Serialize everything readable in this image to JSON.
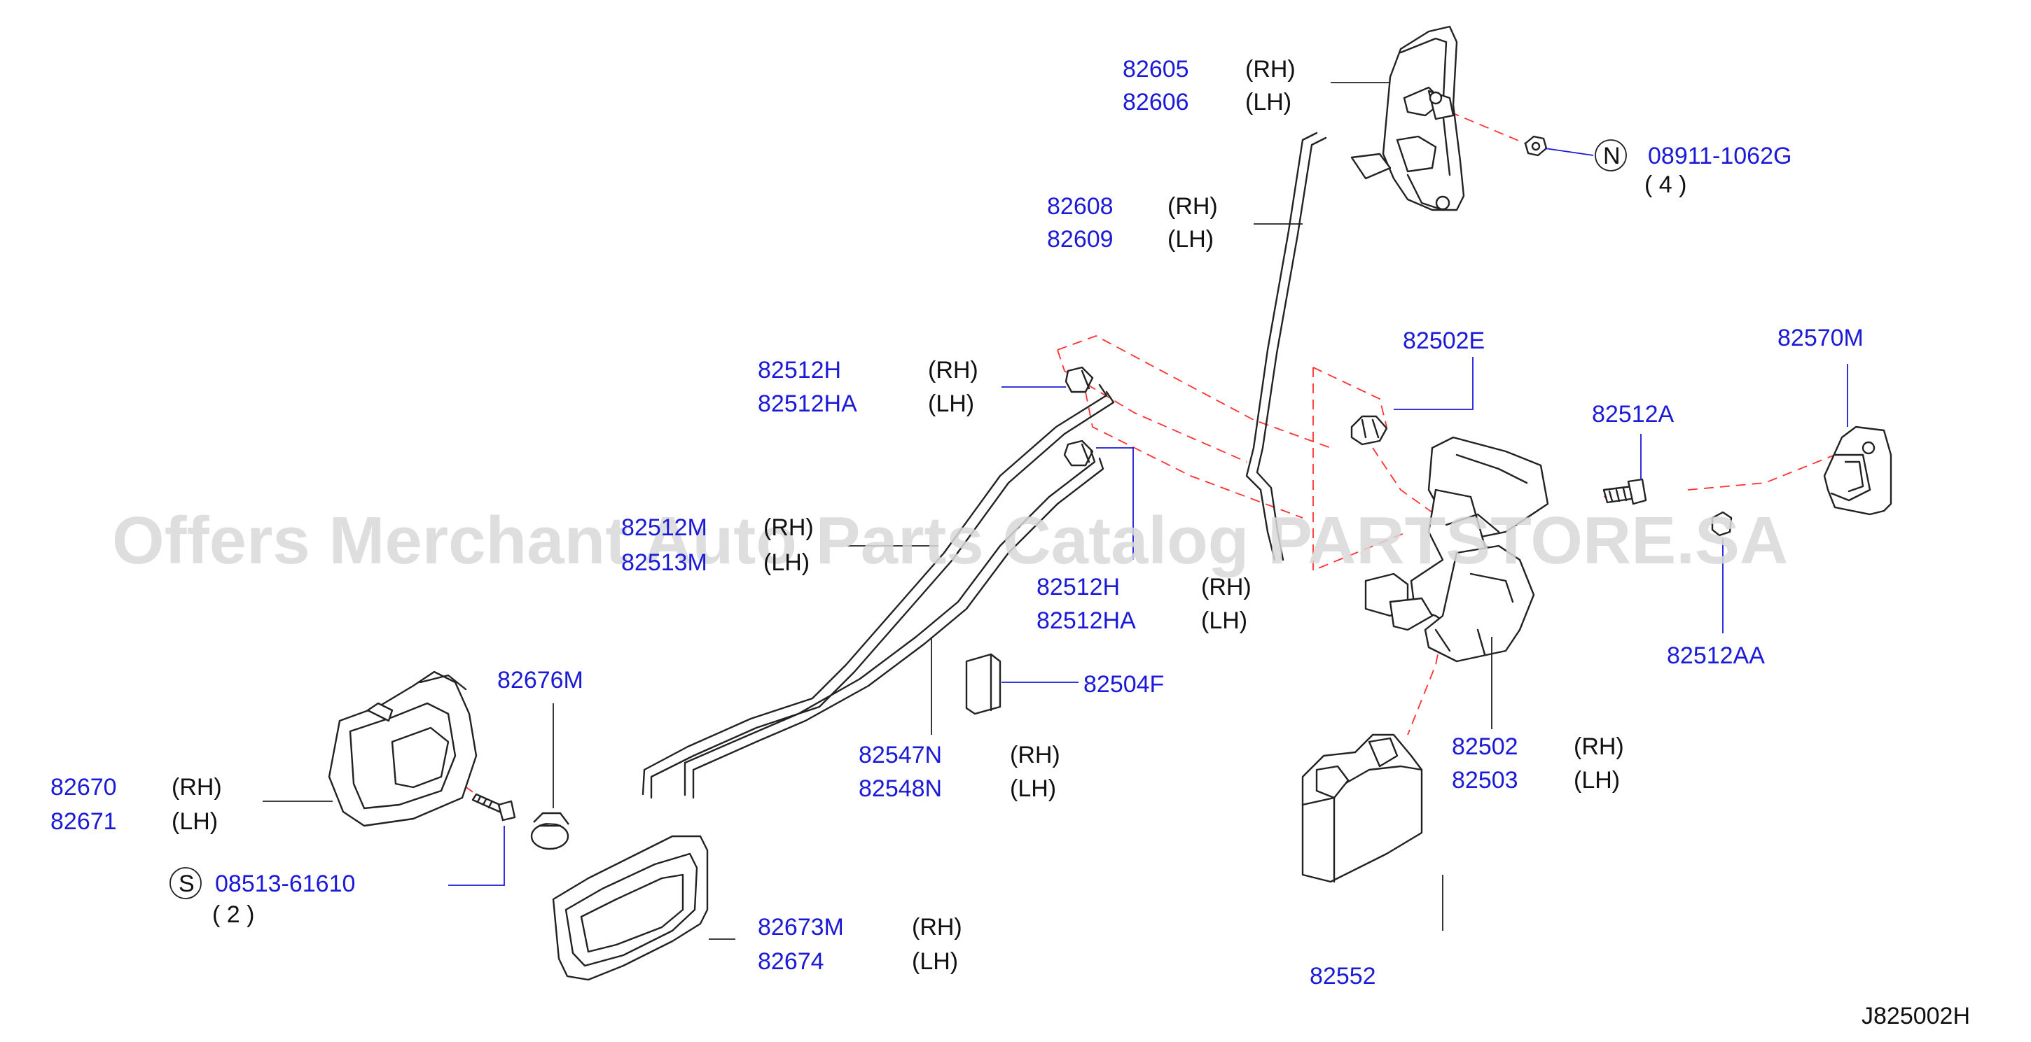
{
  "watermark": "Offers Merchant Auto Parts Catalog PARTSTORE.SA",
  "diagram_code": "J825002H",
  "rh": "(RH)",
  "lh": "(LH)",
  "callouts": {
    "p82605": "82605",
    "p82606": "82606",
    "p82608": "82608",
    "p82609": "82609",
    "p08911": "08911-1062G",
    "n_letter": "N",
    "n_qty": "( 4 )",
    "p82512h_a": "82512H",
    "p82512ha_a": "82512HA",
    "p82512m": "82512M",
    "p82513m": "82513M",
    "p82512h_b": "82512H",
    "p82512ha_b": "82512HA",
    "p82502e": "82502E",
    "p82570m": "82570M",
    "p82512a": "82512A",
    "p82512aa": "82512AA",
    "p82504f": "82504F",
    "p82676m": "82676M",
    "p82547n": "82547N",
    "p82548n": "82548N",
    "p82670": "82670",
    "p82671": "82671",
    "p08513": "08513-61610",
    "s_letter": "S",
    "s_qty": "( 2 )",
    "p82502": "82502",
    "p82503": "82503",
    "p82673m": "82673M",
    "p82674": "82674",
    "p82552": "82552"
  }
}
